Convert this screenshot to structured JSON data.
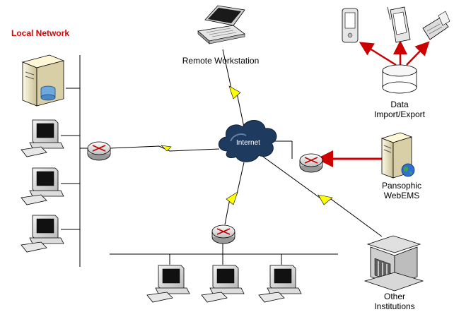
{
  "labels": {
    "local_network": "Local Network",
    "remote_workstation": "Remote Workstation",
    "internet": "Internet",
    "data_line1": "Data",
    "data_line2": "Import/Export",
    "pansophic_line1": "Pansophic",
    "pansophic_line2": "WebEMS",
    "other_line1": "Other",
    "other_line2": "Institutions"
  },
  "colors": {
    "accent_label": "#e00000",
    "link_bolt": "#ffff00",
    "arrow": "#cc0000",
    "cloud": "#1e3a5f"
  }
}
